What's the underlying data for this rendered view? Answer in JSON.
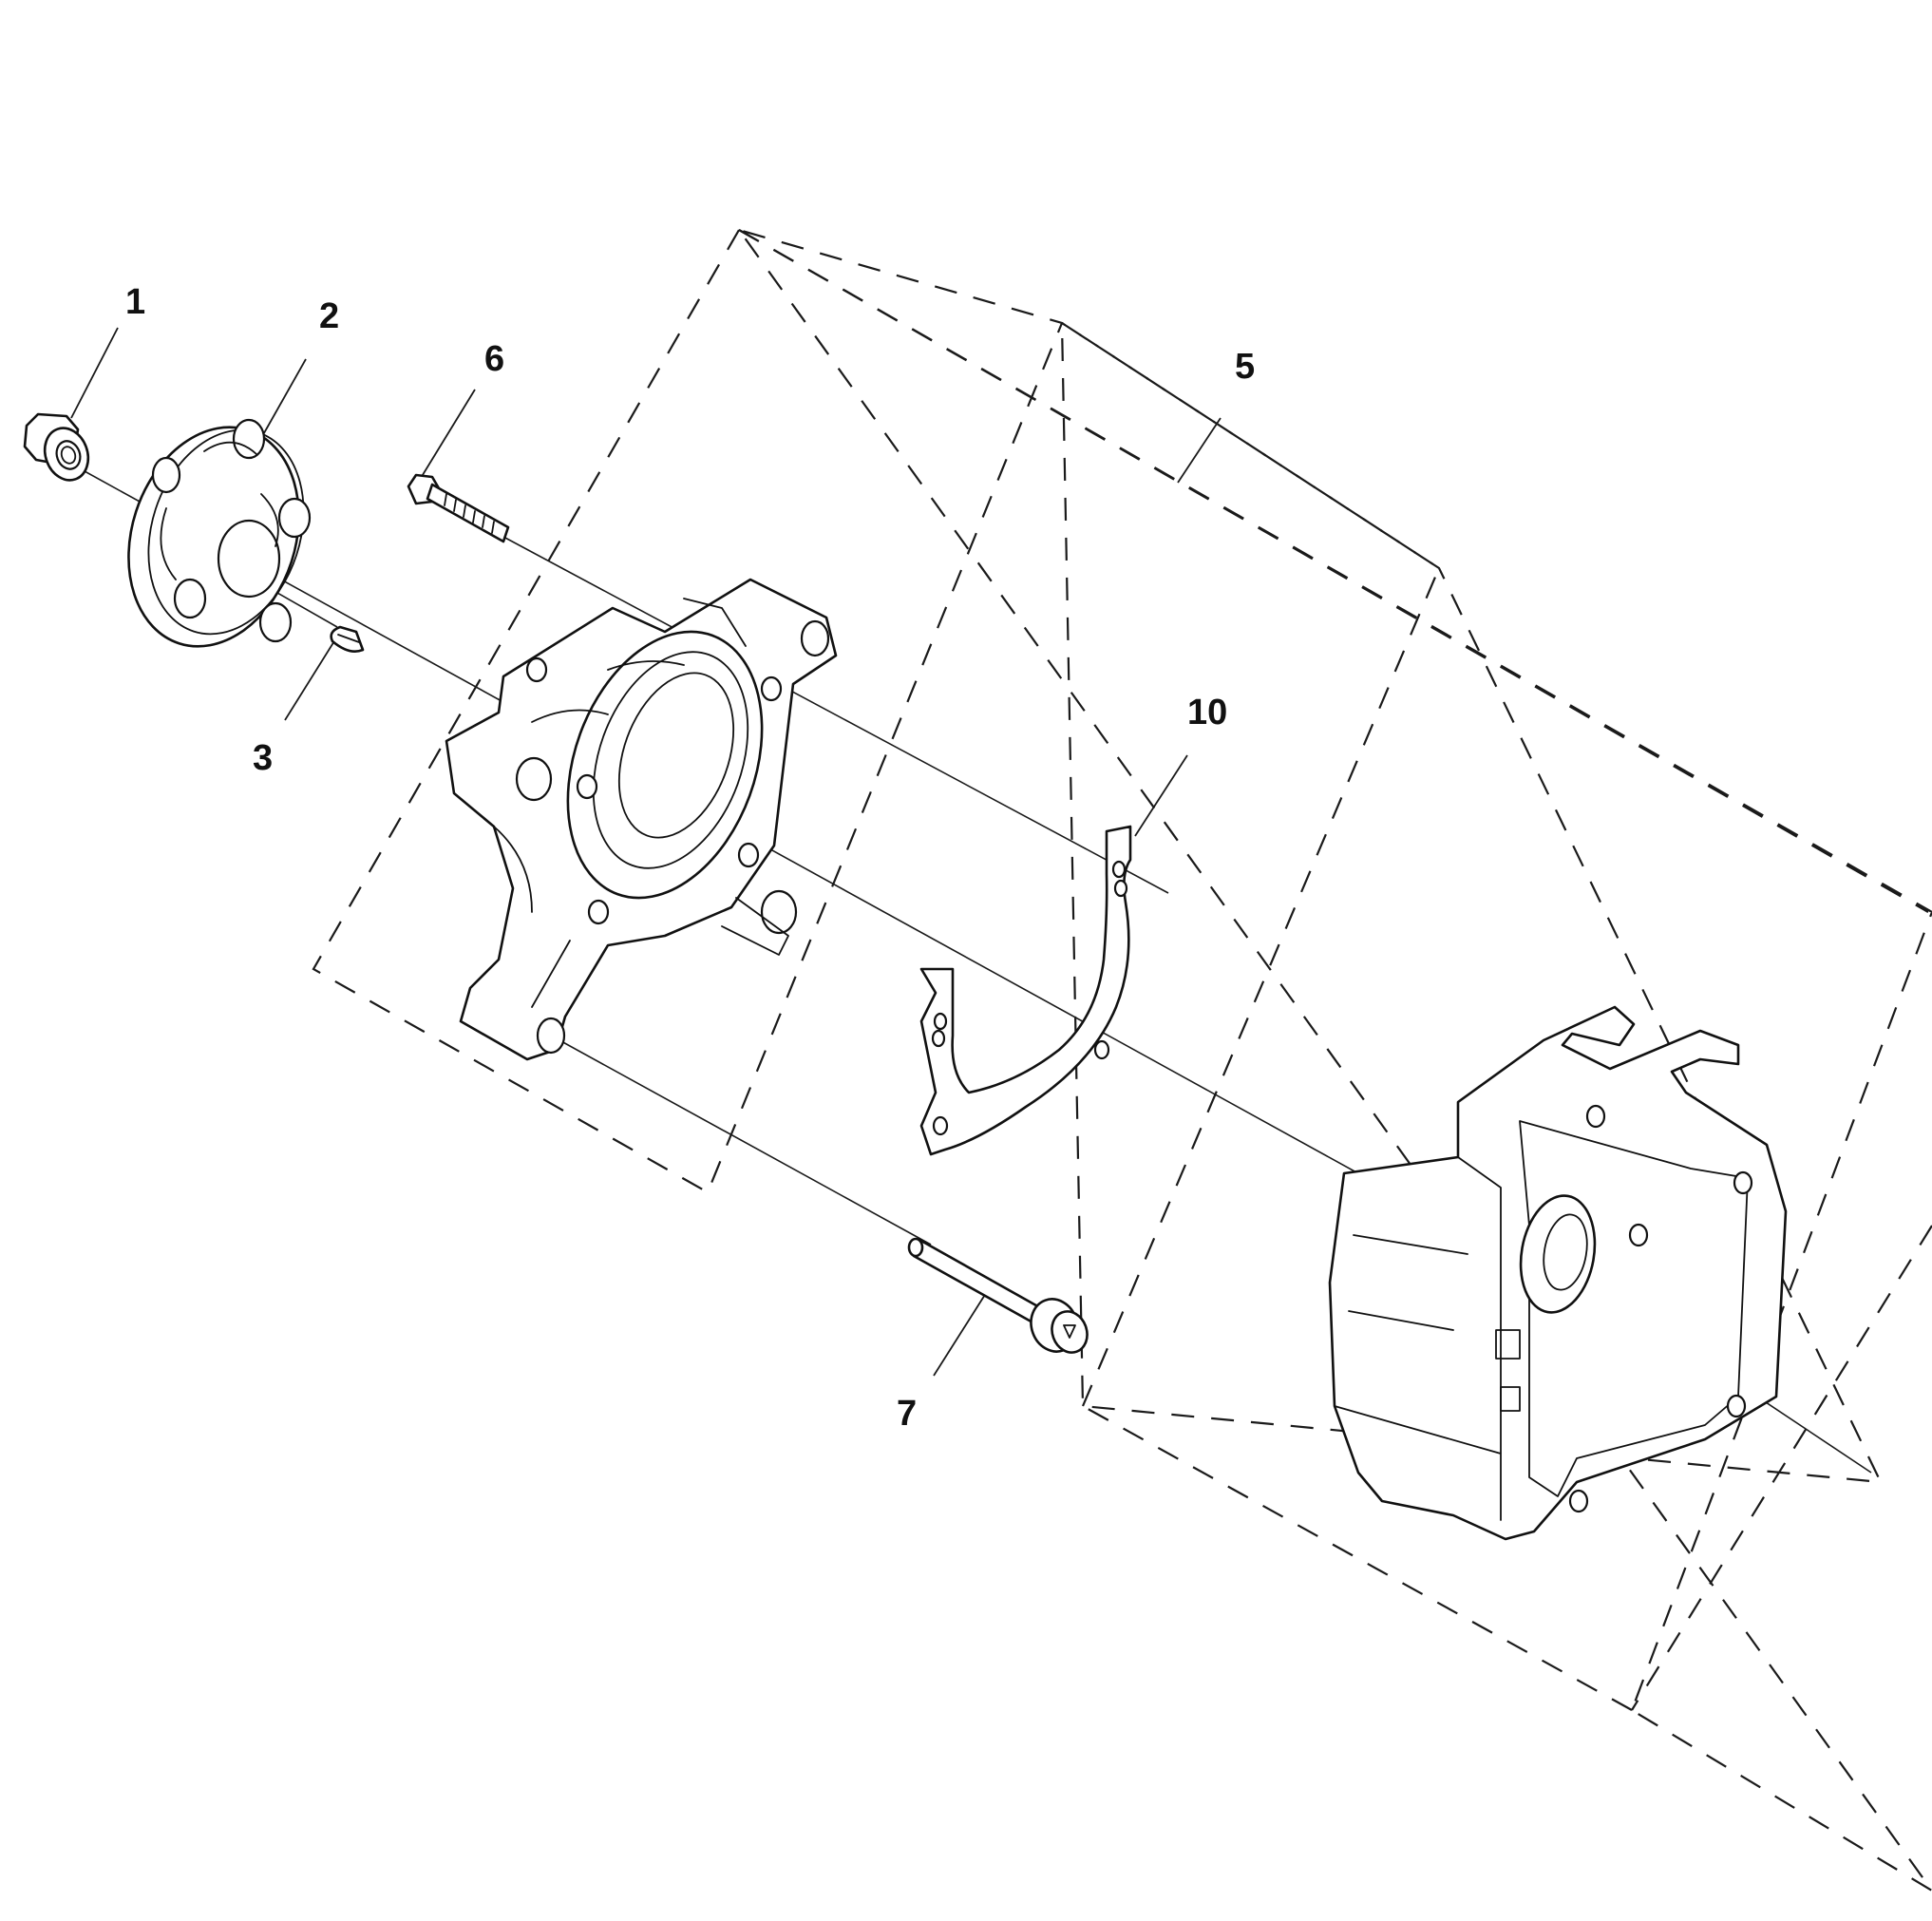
{
  "diagram": {
    "callouts": [
      {
        "id": "1",
        "label": "1"
      },
      {
        "id": "2",
        "label": "2"
      },
      {
        "id": "3",
        "label": "3"
      },
      {
        "id": "5",
        "label": "5"
      },
      {
        "id": "6",
        "label": "6"
      },
      {
        "id": "7",
        "label": "7"
      },
      {
        "id": "10",
        "label": "10"
      }
    ]
  }
}
